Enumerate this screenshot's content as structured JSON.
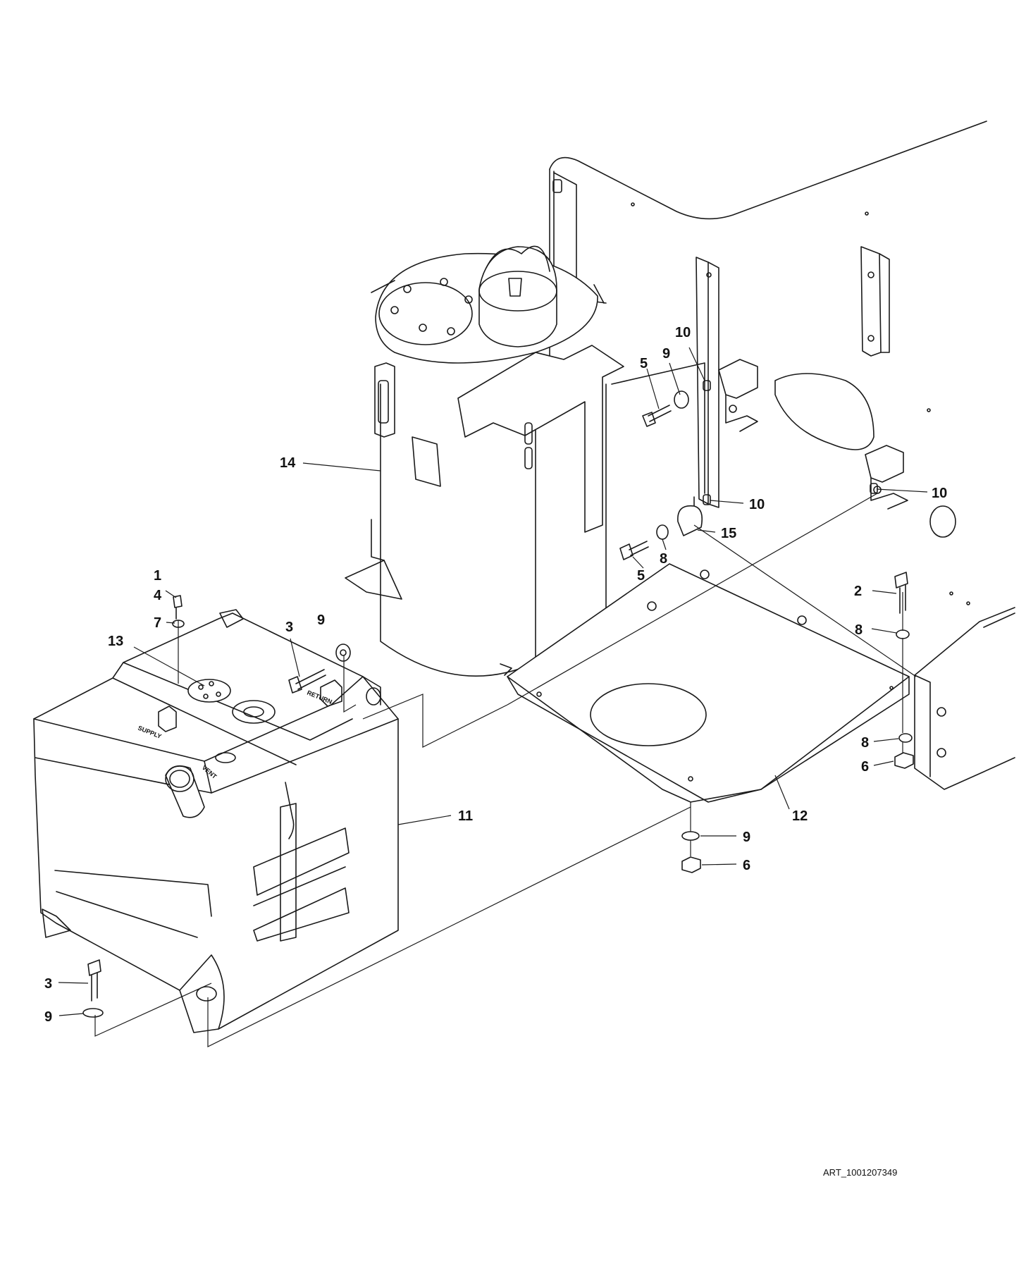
{
  "diagram": {
    "art_id": "ART_1001207349",
    "tank_labels": {
      "supply": "SUPPLY",
      "return": "RETURN",
      "vent": "VENT"
    },
    "callouts": [
      {
        "id": "c1",
        "number": "1"
      },
      {
        "id": "c4",
        "number": "4"
      },
      {
        "id": "c7",
        "number": "7"
      },
      {
        "id": "c13",
        "number": "13"
      },
      {
        "id": "c3a",
        "number": "3"
      },
      {
        "id": "c9a",
        "number": "9"
      },
      {
        "id": "c14",
        "number": "14"
      },
      {
        "id": "c5a",
        "number": "5"
      },
      {
        "id": "c9b",
        "number": "9"
      },
      {
        "id": "c10a",
        "number": "10"
      },
      {
        "id": "c10b",
        "number": "10"
      },
      {
        "id": "c10c",
        "number": "10"
      },
      {
        "id": "c15",
        "number": "15"
      },
      {
        "id": "c8a",
        "number": "8"
      },
      {
        "id": "c5b",
        "number": "5"
      },
      {
        "id": "c2",
        "number": "2"
      },
      {
        "id": "c8b",
        "number": "8"
      },
      {
        "id": "c8c",
        "number": "8"
      },
      {
        "id": "c6a",
        "number": "6"
      },
      {
        "id": "c11",
        "number": "11"
      },
      {
        "id": "c12",
        "number": "12"
      },
      {
        "id": "c9c",
        "number": "9"
      },
      {
        "id": "c6b",
        "number": "6"
      },
      {
        "id": "c3b",
        "number": "3"
      },
      {
        "id": "c9d",
        "number": "9"
      }
    ]
  }
}
